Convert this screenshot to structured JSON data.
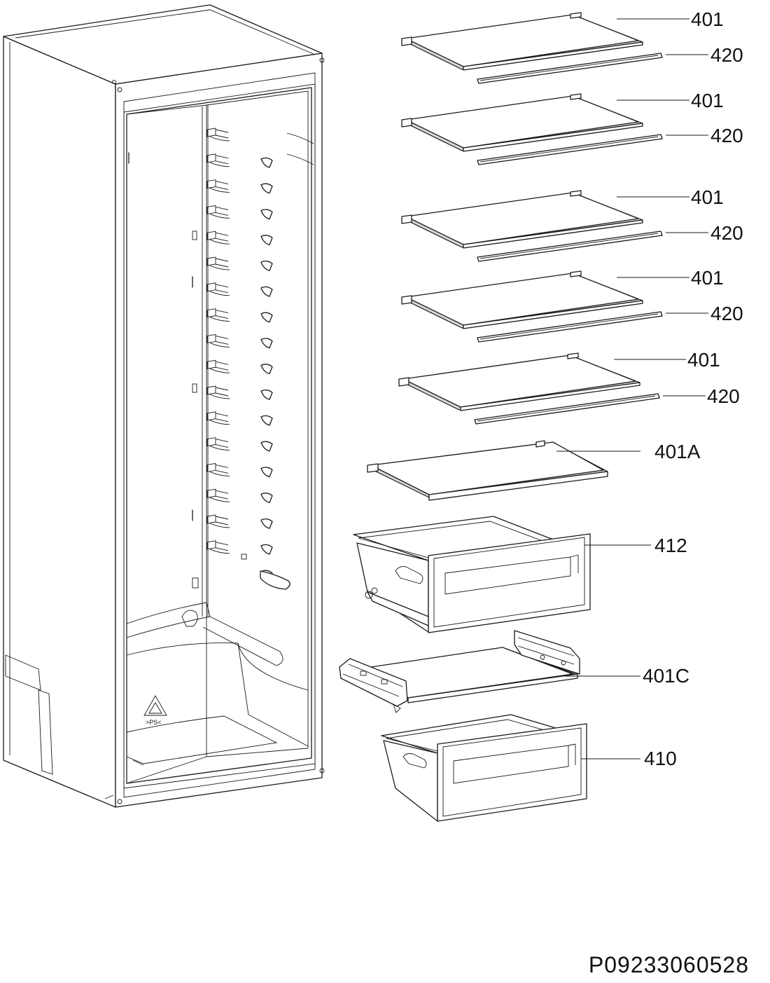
{
  "labels": {
    "shelf_1": "401",
    "strip_1": "420",
    "shelf_2": "401",
    "strip_2": "420",
    "shelf_3": "401",
    "strip_3": "420",
    "shelf_4": "401",
    "strip_4": "420",
    "shelf_5": "401",
    "strip_5": "420",
    "shelf_401a": "401A",
    "drawer_412": "412",
    "cover_401c": "401C",
    "drawer_410": "410"
  },
  "document_number": "P09233060528",
  "recycle_mark": ">PS<"
}
